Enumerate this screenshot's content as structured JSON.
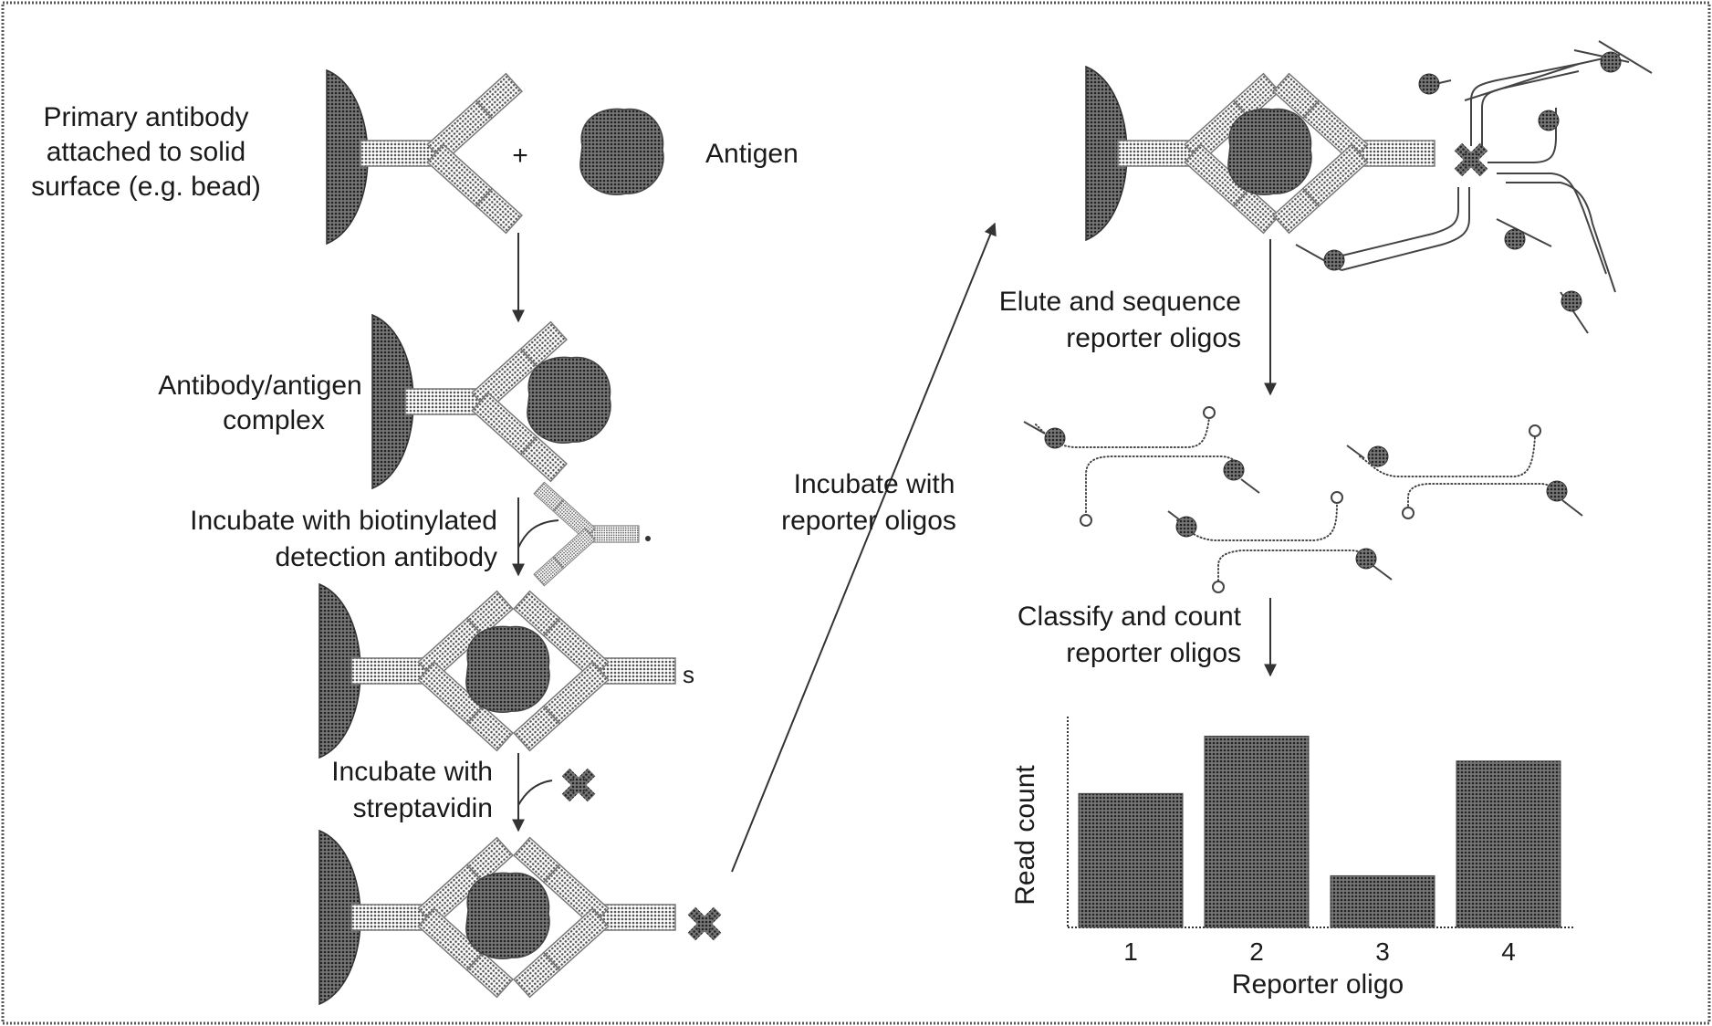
{
  "labels": {
    "primary_antibody": [
      "Primary antibody",
      "attached to solid",
      "surface (e.g. bead)"
    ],
    "antigen": "Antigen",
    "plus": "+",
    "complex": [
      "Antibody/antigen",
      "complex"
    ],
    "incubate_detection": [
      "Incubate with biotinylated",
      "detection antibody"
    ],
    "biotin_mark": "s",
    "incubate_strep": [
      "Incubate with",
      "streptavidin"
    ],
    "incubate_reporter": [
      "Incubate with",
      "reporter oligos"
    ],
    "elute": [
      "Elute and sequence",
      "reporter oligos"
    ],
    "classify": [
      "Classify and count",
      "reporter oligos"
    ]
  },
  "colors": {
    "bead": "#5a5a5a",
    "antibody": "#bdbdbd",
    "antigen": "#6f6f6f",
    "bar": "#8a8a8a",
    "line": "#333333",
    "frame": "#555555"
  },
  "chart_data": {
    "type": "bar",
    "categories": [
      "1",
      "2",
      "3",
      "4"
    ],
    "values": [
      70,
      100,
      27,
      87
    ],
    "ylim": [
      0,
      105
    ],
    "xlabel": "Reporter oligo",
    "ylabel": "Read count",
    "grid": false,
    "legend": "none"
  }
}
